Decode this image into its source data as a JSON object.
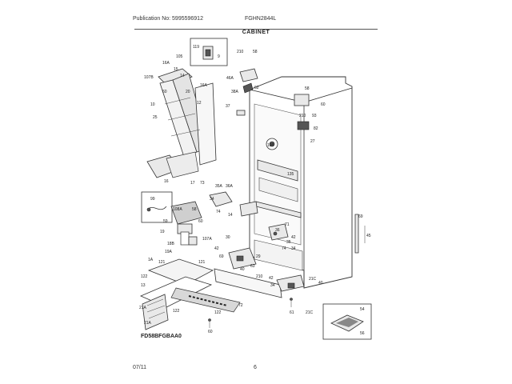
{
  "header": {
    "publication": "Publication No: 5995596912",
    "model": "FGHN2844L"
  },
  "title": "CABINET",
  "footer": {
    "date": "07/11",
    "page": "6"
  },
  "diagram_code": "FD58BFGBAA0",
  "labels": [
    {
      "id": "105a",
      "text": "105"
    },
    {
      "id": "119a",
      "text": "119"
    },
    {
      "id": "9a",
      "text": "9"
    },
    {
      "id": "16Aa",
      "text": "16A"
    },
    {
      "id": "107B",
      "text": "107B"
    },
    {
      "id": "15",
      "text": "15"
    },
    {
      "id": "14a",
      "text": "14"
    },
    {
      "id": "16Ab",
      "text": "16A"
    },
    {
      "id": "60a",
      "text": "60"
    },
    {
      "id": "20",
      "text": "20"
    },
    {
      "id": "12",
      "text": "12"
    },
    {
      "id": "10",
      "text": "10"
    },
    {
      "id": "25",
      "text": "25"
    },
    {
      "id": "16",
      "text": "16"
    },
    {
      "id": "17",
      "text": "17"
    },
    {
      "id": "73",
      "text": "73"
    },
    {
      "id": "35A",
      "text": "35A"
    },
    {
      "id": "36A",
      "text": "36A"
    },
    {
      "id": "34a",
      "text": "34"
    },
    {
      "id": "58a",
      "text": "58"
    },
    {
      "id": "74a",
      "text": "74"
    },
    {
      "id": "14b",
      "text": "14"
    },
    {
      "id": "99",
      "text": "99"
    },
    {
      "id": "108A",
      "text": "108A"
    },
    {
      "id": "59",
      "text": "59"
    },
    {
      "id": "60b",
      "text": "60"
    },
    {
      "id": "19",
      "text": "19"
    },
    {
      "id": "107A",
      "text": "107A"
    },
    {
      "id": "18B",
      "text": "18B"
    },
    {
      "id": "30",
      "text": "30"
    },
    {
      "id": "19A",
      "text": "19A"
    },
    {
      "id": "42a",
      "text": "42"
    },
    {
      "id": "1A",
      "text": "1A"
    },
    {
      "id": "121a",
      "text": "121"
    },
    {
      "id": "121b",
      "text": "121"
    },
    {
      "id": "69",
      "text": "69"
    },
    {
      "id": "122a",
      "text": "122"
    },
    {
      "id": "13",
      "text": "13"
    },
    {
      "id": "72",
      "text": "72"
    },
    {
      "id": "21A",
      "text": "21A"
    },
    {
      "id": "21Ab",
      "text": "21A"
    },
    {
      "id": "122b",
      "text": "122"
    },
    {
      "id": "122c",
      "text": "122"
    },
    {
      "id": "40a",
      "text": "40"
    },
    {
      "id": "210a",
      "text": "210"
    },
    {
      "id": "58b",
      "text": "58"
    },
    {
      "id": "46A",
      "text": "46A"
    },
    {
      "id": "62",
      "text": "62"
    },
    {
      "id": "38A",
      "text": "38A"
    },
    {
      "id": "37",
      "text": "37"
    },
    {
      "id": "58c",
      "text": "58"
    },
    {
      "id": "60c",
      "text": "60"
    },
    {
      "id": "210b",
      "text": "210"
    },
    {
      "id": "93",
      "text": "93"
    },
    {
      "id": "82",
      "text": "82"
    },
    {
      "id": "27",
      "text": "27"
    },
    {
      "id": "105b",
      "text": "105"
    },
    {
      "id": "135",
      "text": "135"
    },
    {
      "id": "69b",
      "text": "69"
    },
    {
      "id": "45",
      "text": "45"
    },
    {
      "id": "71",
      "text": "71"
    },
    {
      "id": "36",
      "text": "36"
    },
    {
      "id": "42b",
      "text": "42"
    },
    {
      "id": "35",
      "text": "35"
    },
    {
      "id": "74b",
      "text": "74"
    },
    {
      "id": "34b",
      "text": "34"
    },
    {
      "id": "29",
      "text": "29"
    },
    {
      "id": "63",
      "text": "63"
    },
    {
      "id": "210c",
      "text": "210"
    },
    {
      "id": "21C",
      "text": "21C"
    },
    {
      "id": "42c",
      "text": "42"
    },
    {
      "id": "40b",
      "text": "40"
    },
    {
      "id": "34c",
      "text": "34"
    },
    {
      "id": "61",
      "text": "61"
    },
    {
      "id": "21Cb",
      "text": "21C"
    },
    {
      "id": "54",
      "text": "54"
    },
    {
      "id": "56",
      "text": "56"
    },
    {
      "id": "60d",
      "text": "60"
    }
  ]
}
